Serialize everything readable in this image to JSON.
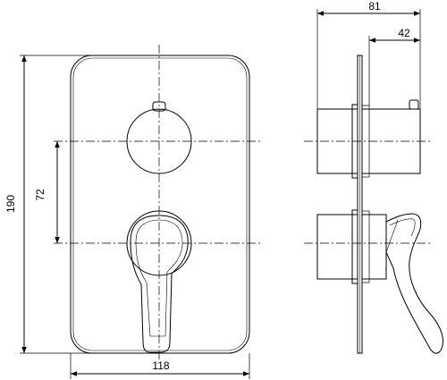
{
  "drawing": {
    "dimensions": {
      "plate_width": "118",
      "plate_height": "190",
      "handle_spacing": "72",
      "total_depth": "81",
      "partial_depth": "42"
    },
    "colors": {
      "line": "#000000",
      "background": "#ffffff"
    }
  }
}
